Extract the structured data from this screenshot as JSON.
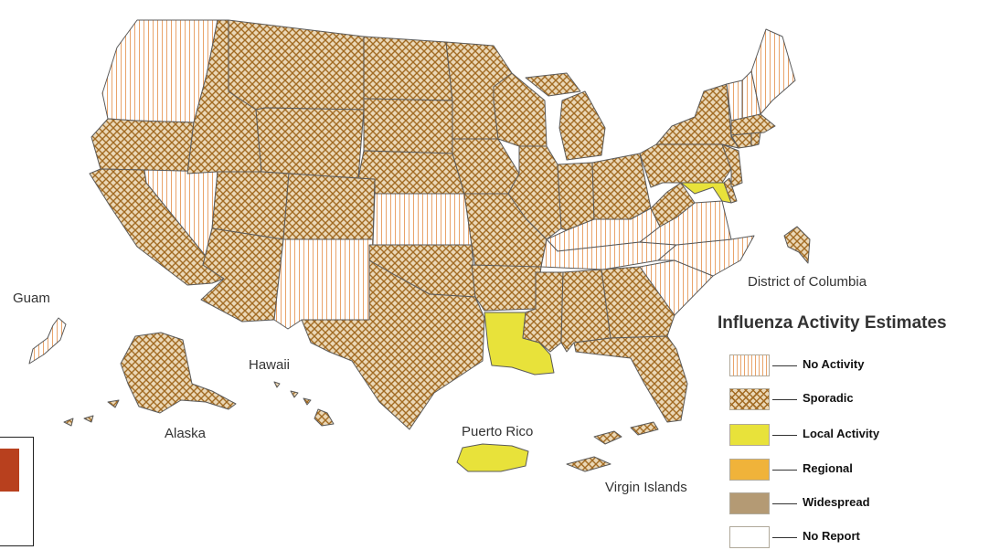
{
  "labels": {
    "guam": "Guam",
    "hawaii": "Hawaii",
    "alaska": "Alaska",
    "puerto_rico": "Puerto Rico",
    "virgin_islands": "Virgin Islands",
    "dc": "District of Columbia"
  },
  "legend": {
    "title": "Influenza Activity Estimates",
    "items": [
      {
        "key": "none",
        "label": "No Activity"
      },
      {
        "key": "sporadic",
        "label": "Sporadic"
      },
      {
        "key": "local",
        "label": "Local Activity"
      },
      {
        "key": "regional",
        "label": "Regional"
      },
      {
        "key": "widespread",
        "label": "Widespread"
      },
      {
        "key": "noreport",
        "label": "No Report"
      }
    ]
  },
  "colors": {
    "no_activity_stripe": "#e9a46b",
    "sporadic_hatch": "#a26b23",
    "sporadic_bg": "#ead7b6",
    "local": "#e8e23a",
    "regional": "#f0b33a",
    "widespread": "#b49a74",
    "border": "#5a5a5a",
    "accent_block": "#b8401e"
  },
  "activity": {
    "none": [
      "Washington",
      "Nevada",
      "New Mexico",
      "Kansas",
      "Kentucky",
      "Tennessee",
      "Virginia",
      "North Carolina",
      "South Carolina",
      "Vermont",
      "New Hampshire",
      "Maine",
      "Guam"
    ],
    "local": [
      "Louisiana",
      "Maryland",
      "Puerto Rico"
    ],
    "sporadic": [
      "Oregon",
      "California",
      "Idaho",
      "Montana",
      "Wyoming",
      "Utah",
      "Arizona",
      "Colorado",
      "North Dakota",
      "South Dakota",
      "Nebraska",
      "Oklahoma",
      "Texas",
      "Minnesota",
      "Iowa",
      "Missouri",
      "Arkansas",
      "Wisconsin",
      "Illinois",
      "Michigan",
      "Indiana",
      "Ohio",
      "Mississippi",
      "Alabama",
      "Georgia",
      "Florida",
      "West Virginia",
      "Pennsylvania",
      "New York",
      "New Jersey",
      "Delaware",
      "Massachusetts",
      "Connecticut",
      "Rhode Island",
      "Alaska",
      "Hawaii",
      "Virgin Islands",
      "District of Columbia"
    ]
  }
}
